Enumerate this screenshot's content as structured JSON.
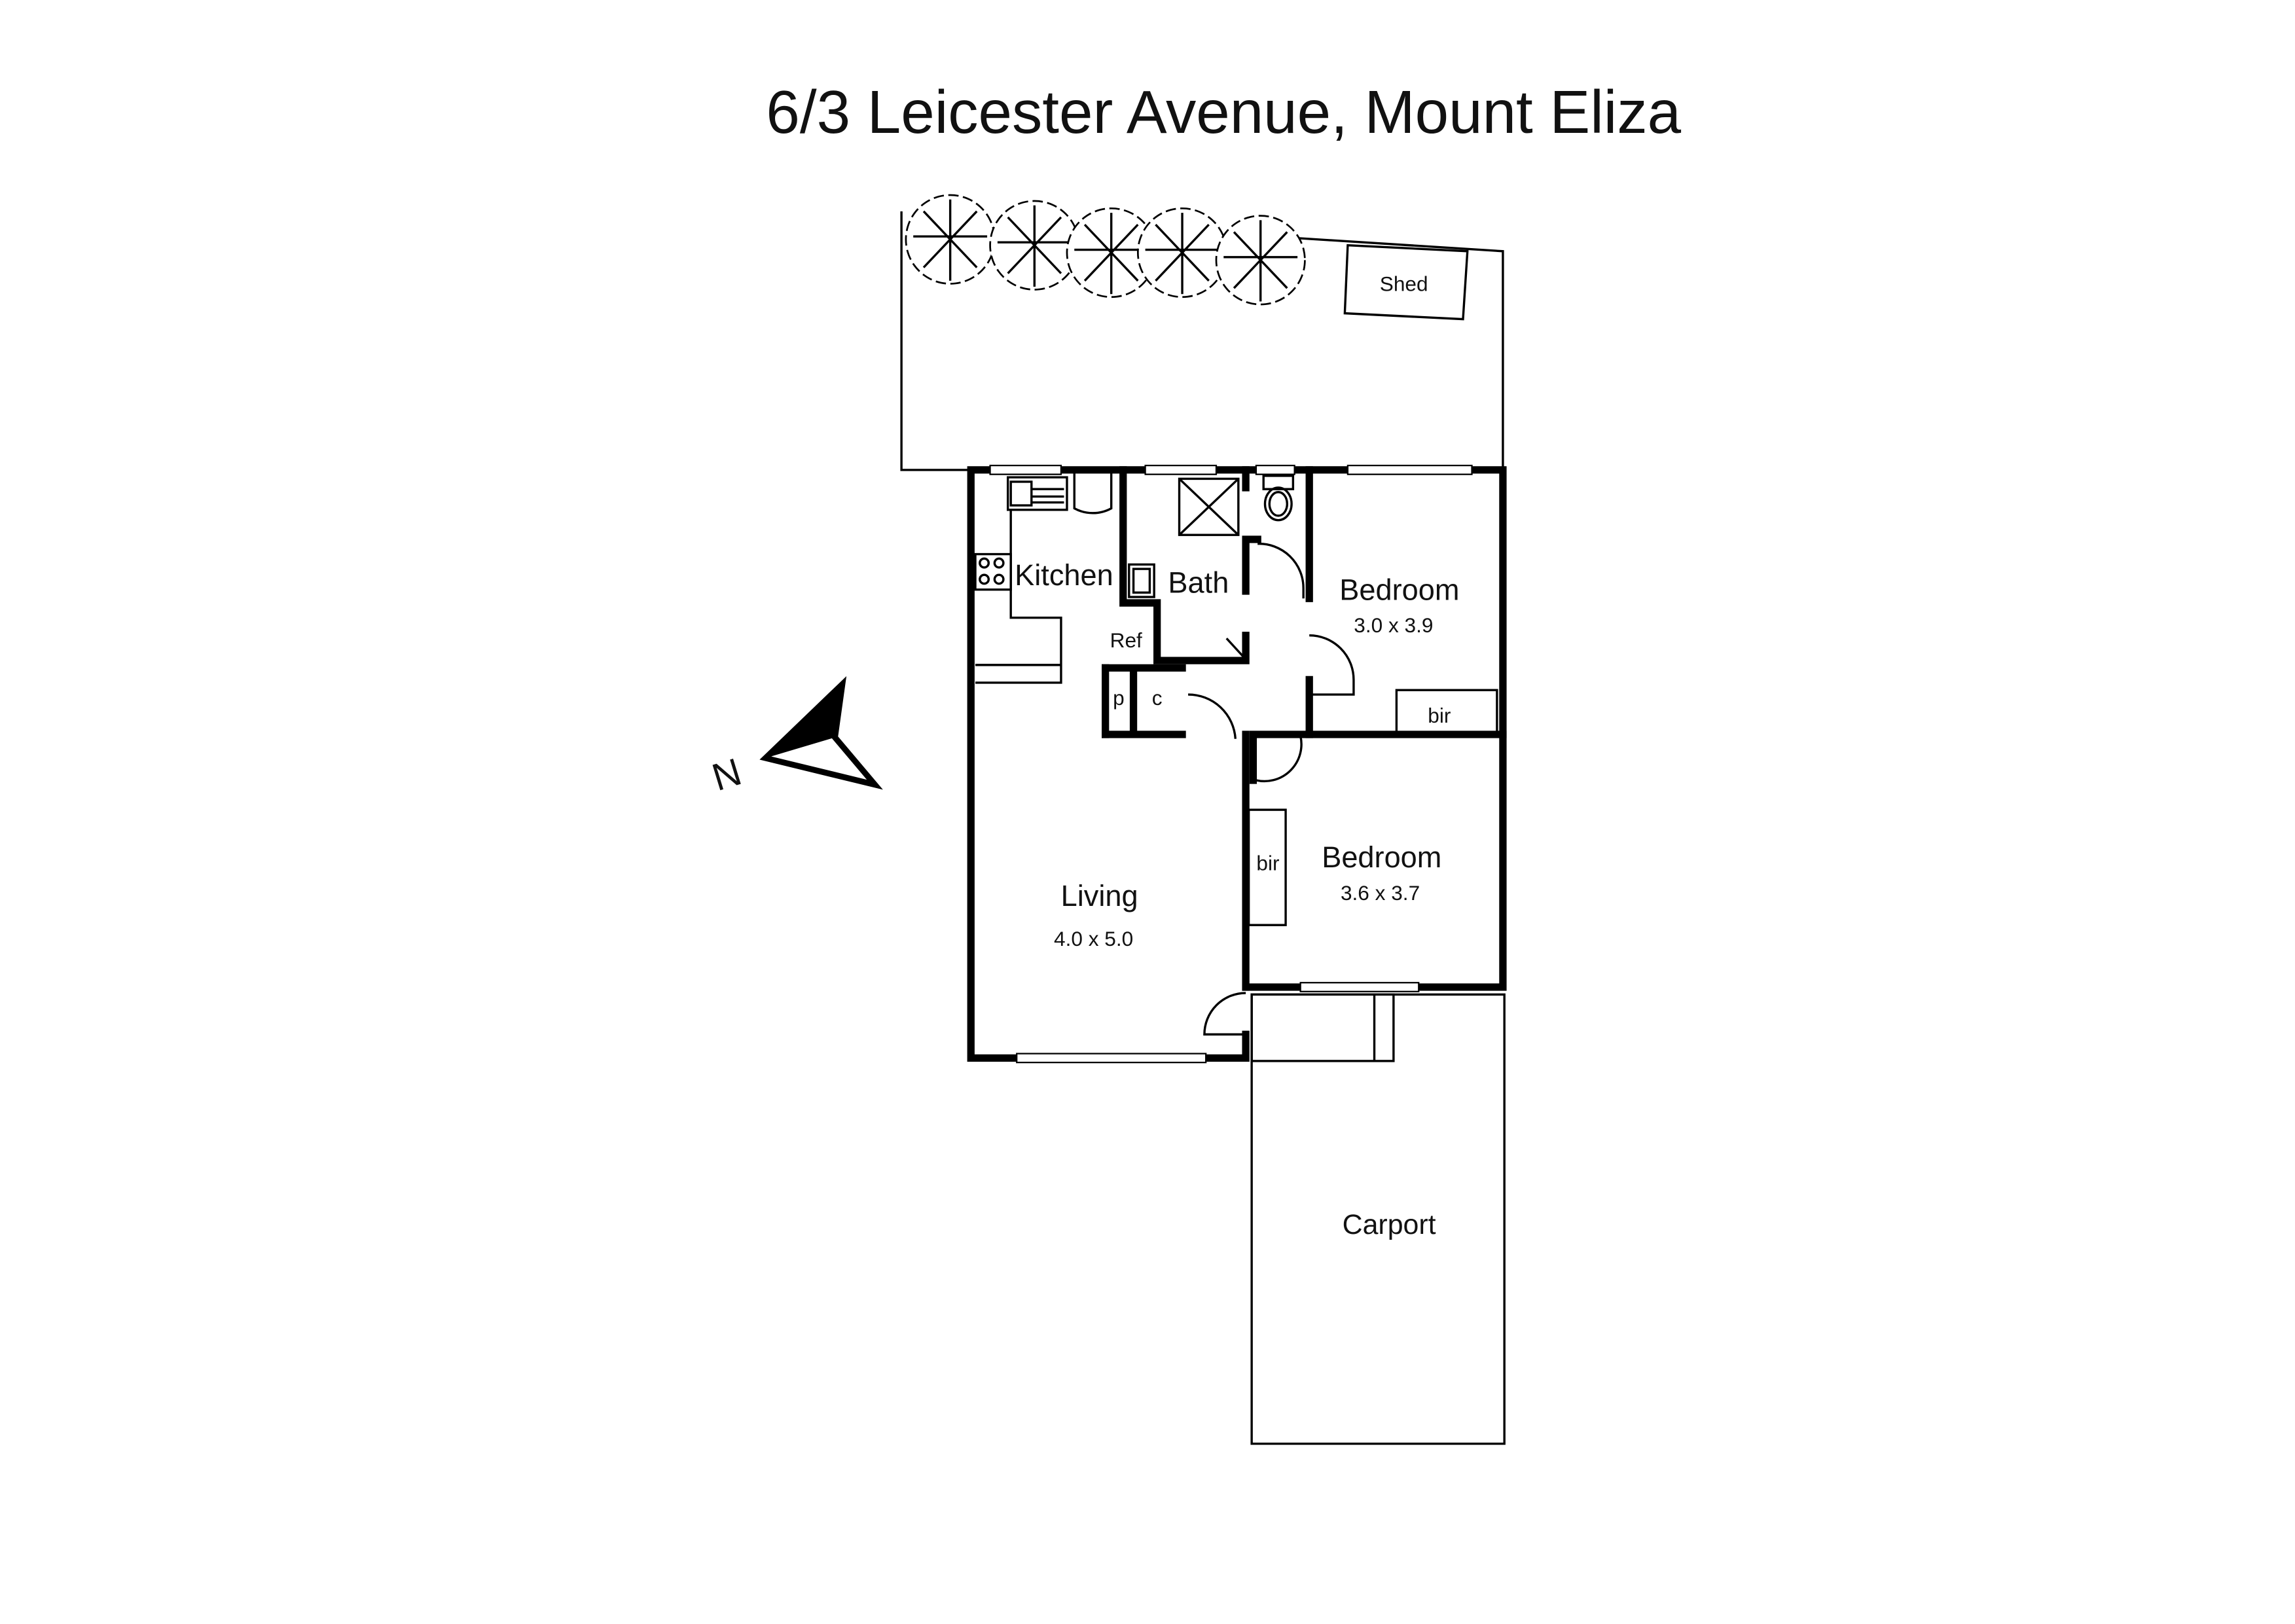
{
  "title": "6/3 Leicester Avenue, Mount Eliza",
  "compass": {
    "label": "N",
    "icon": "north-arrow-icon"
  },
  "rooms": {
    "shed": "Shed",
    "kitchen": "Kitchen",
    "bath": "Bath",
    "ref": "Ref",
    "pantry": "p",
    "cupboard": "c",
    "bedroom1": {
      "name": "Bedroom",
      "size": "3.0 x 3.9",
      "bir": "bir"
    },
    "bedroom2": {
      "name": "Bedroom",
      "size": "3.6 x 3.7",
      "bir": "bir"
    },
    "living": {
      "name": "Living",
      "size": "4.0 x 5.0"
    },
    "carport": "Carport"
  }
}
